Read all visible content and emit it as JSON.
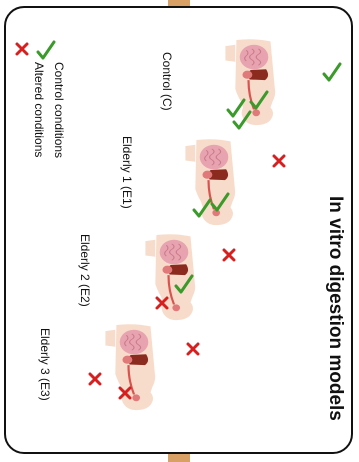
{
  "title": "In vitro digestion models",
  "legend": {
    "control": "Control conditions",
    "altered": "Altered conditions"
  },
  "models": [
    {
      "label": "Control (C)"
    },
    {
      "label": "Elderly 1 (E1)"
    },
    {
      "label": "Elderly 2 (E2)"
    },
    {
      "label": "Elderly 3 (E3)"
    }
  ],
  "colors": {
    "skin": "#f7dccb",
    "check": "#3a9a2a",
    "cross": "#d62020",
    "tract": "#d9534f",
    "liver": "#8b2a1f",
    "intestine": "#e8a3b0",
    "border": "#111111",
    "stripe": "#d9a066"
  }
}
